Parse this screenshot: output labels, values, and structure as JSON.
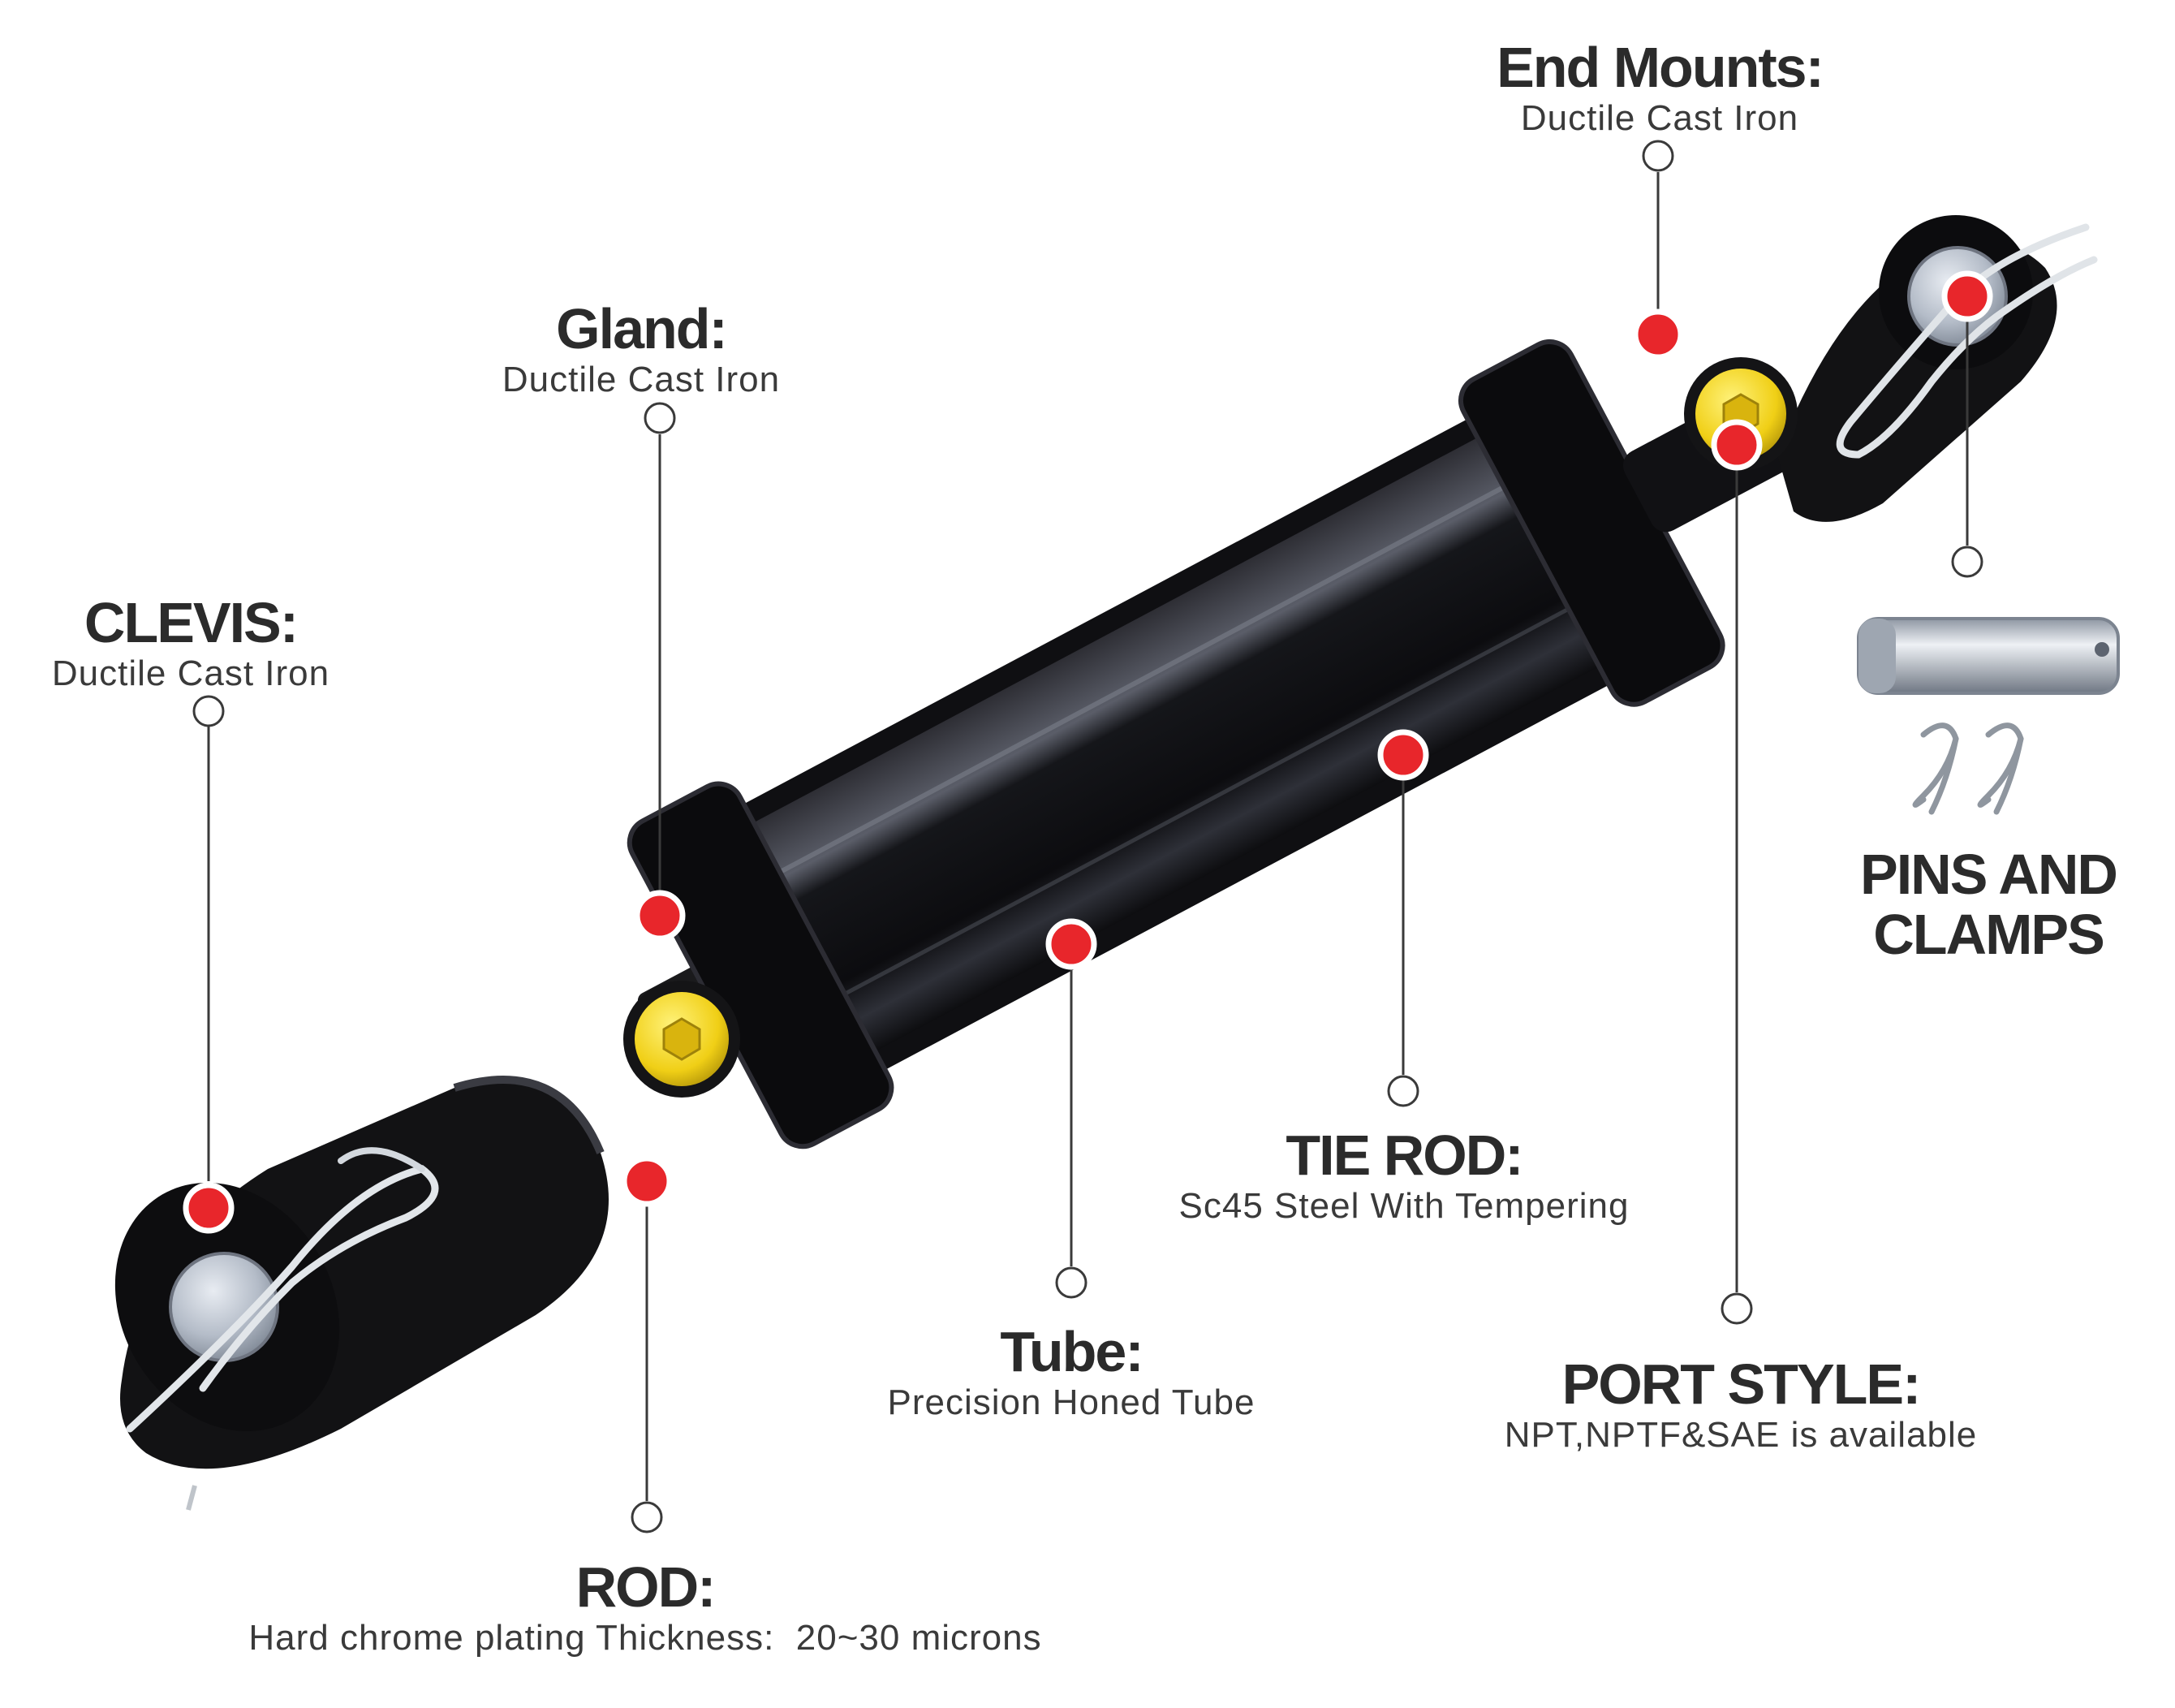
{
  "callouts": {
    "end_mounts": {
      "title": "End Mounts:",
      "subtitle": "Ductile Cast Iron"
    },
    "gland": {
      "title": "Gland:",
      "subtitle": "Ductile Cast Iron"
    },
    "clevis": {
      "title": "CLEVIS:",
      "subtitle": "Ductile Cast Iron"
    },
    "pins_and_clamps": {
      "line1": "PINS AND",
      "line2": "CLAMPS"
    },
    "tie_rod": {
      "title": "TIE ROD:",
      "subtitle": "Sc45 Steel With Tempering"
    },
    "tube": {
      "title": "Tube:",
      "subtitle": "Precision Honed Tube"
    },
    "port_style": {
      "title": "PORT STYLE:",
      "subtitle": "NPT,NPTF&SAE is available"
    },
    "rod": {
      "title": "ROD:",
      "subtitle": "Hard chrome plating Thickness:  20~30 microns"
    }
  },
  "colors": {
    "marker_red": "#e8262b",
    "cylinder_black": "#121212",
    "port_plug_yellow": "#f2d21c",
    "pin_silver": "#b9bfc8",
    "leader_line": "#3a3a3a"
  },
  "icons": [
    "hydraulic-cylinder",
    "clevis-pin",
    "hair-pin-clip",
    "port-plug"
  ]
}
